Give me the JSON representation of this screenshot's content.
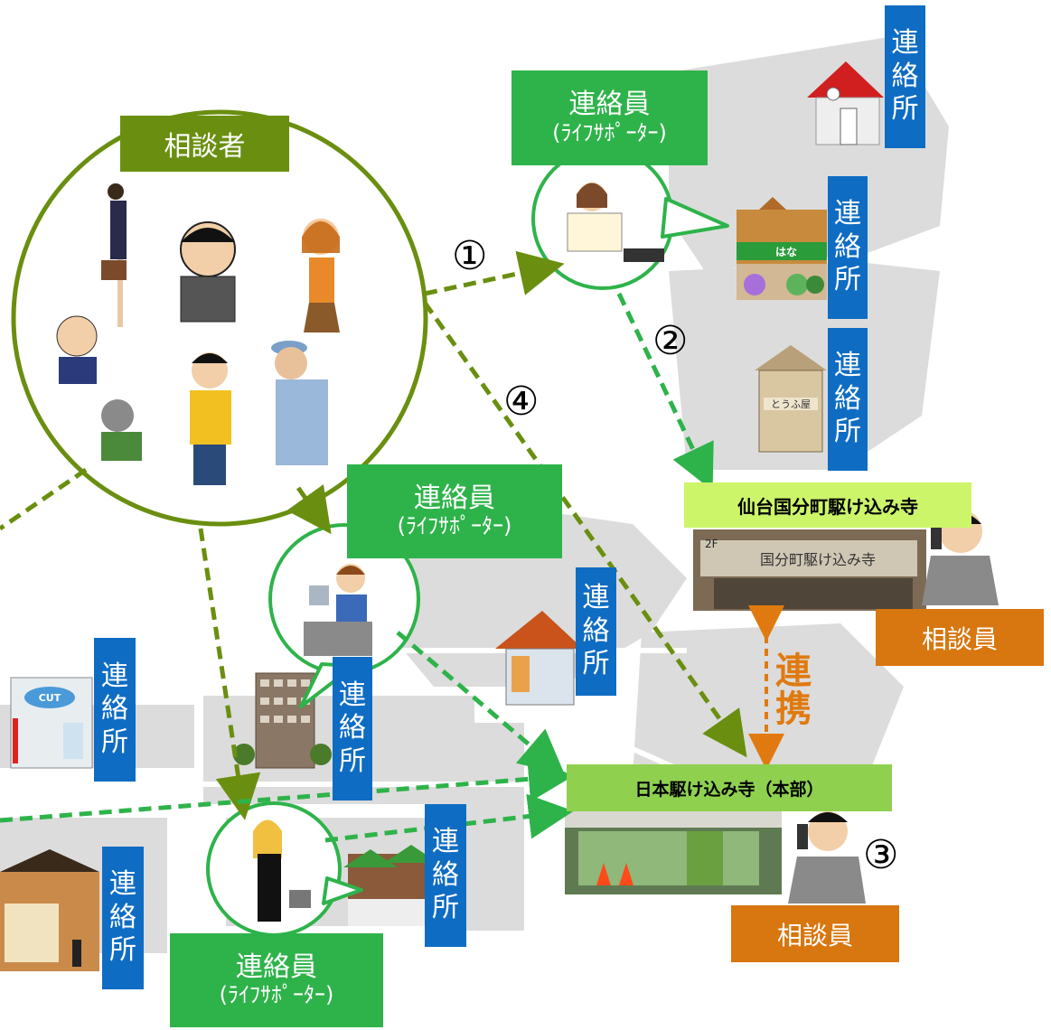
{
  "consultees_label": "相談者",
  "liaison": {
    "title": "連絡員",
    "subtitle": "(ﾗｲﾌｻﾎﾟｰﾀｰ)"
  },
  "liaison_office": [
    "連",
    "絡",
    "所"
  ],
  "counselor_label": "相談員",
  "sendai_label": "仙台国分町駆け込み寺",
  "sendai_sign": "国分町駆け込み寺",
  "sendai_floor": "2F",
  "hq_label": "日本駆け込み寺（本部）",
  "flower_shop_sign": "はな",
  "tofu_shop_sign": "とうふ屋",
  "barber_sign": "CUT",
  "cooperation": [
    "連",
    "携"
  ],
  "steps": [
    "①",
    "②",
    "③",
    "④"
  ],
  "colors": {
    "olive": "#6a8f10",
    "green": "#2eb34a",
    "blue": "#0f6cc3",
    "orange": "#d8760f",
    "lime": "#cdf56a",
    "map_gray": "#dcdcdc"
  }
}
